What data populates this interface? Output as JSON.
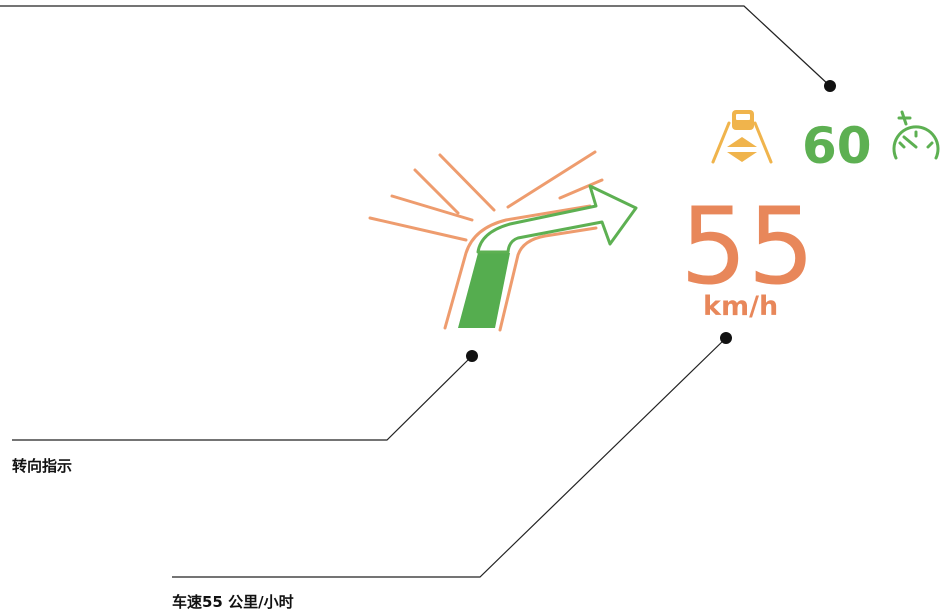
{
  "hud": {
    "speed_value": "55",
    "speed_unit": "km/h",
    "speed_limit": "60"
  },
  "annotations": {
    "turn_indicator": "转向指示",
    "speed_caption": "车速55 公里/小时"
  },
  "icons": {
    "lane_assist": "lane-keeping-assist-icon",
    "speed_limiter": "speed-limiter-gauge-icon",
    "turn_arrow": "right-turn-arrow-icon"
  },
  "colors": {
    "speed": "#E8875A",
    "limit": "#5DB052",
    "lane_icon": "#F0B44C",
    "road_lines": "#EE9C6E",
    "turn_fill": "#55AD4F",
    "leader": "#111111"
  }
}
